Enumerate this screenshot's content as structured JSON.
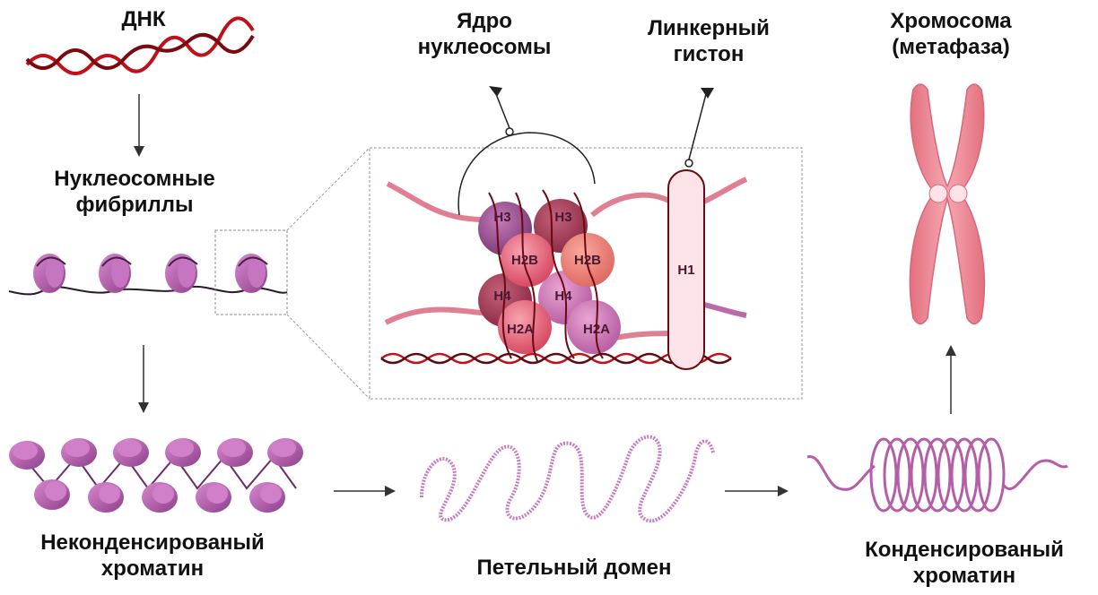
{
  "labels": {
    "dna": "ДНК",
    "nucleosome_fibrils": [
      "Нуклеосомные",
      "фибриллы"
    ],
    "nucleosome_core": [
      "Ядро",
      "нуклеосомы"
    ],
    "linker_histone": [
      "Линкерный",
      "гистон"
    ],
    "chromosome": [
      "Хромосома",
      "(метафаза)"
    ],
    "uncondensed": [
      "Неконденсированый",
      "хроматин"
    ],
    "loop_domain": "Петельный домен",
    "condensed": [
      "Конденсированый",
      "хроматин"
    ]
  },
  "histones": {
    "h3_left": "H3",
    "h3_right": "H3",
    "h2b_left": "H2B",
    "h2b_right": "H2B",
    "h4_left": "H4",
    "h4_right": "H4",
    "h2a_left": "H2A",
    "h2a_right": "H2A",
    "h1": "H1"
  },
  "colors": {
    "dna_red": "#c0111a",
    "purple": "#b4549e",
    "pink": "#e96a7e",
    "chromosome": "#ee8f9c",
    "h1_fill": "#fbe3e8"
  },
  "icons": [
    "dna-helix-icon",
    "nucleosome-icon",
    "chromosome-icon",
    "arrow-icon"
  ]
}
